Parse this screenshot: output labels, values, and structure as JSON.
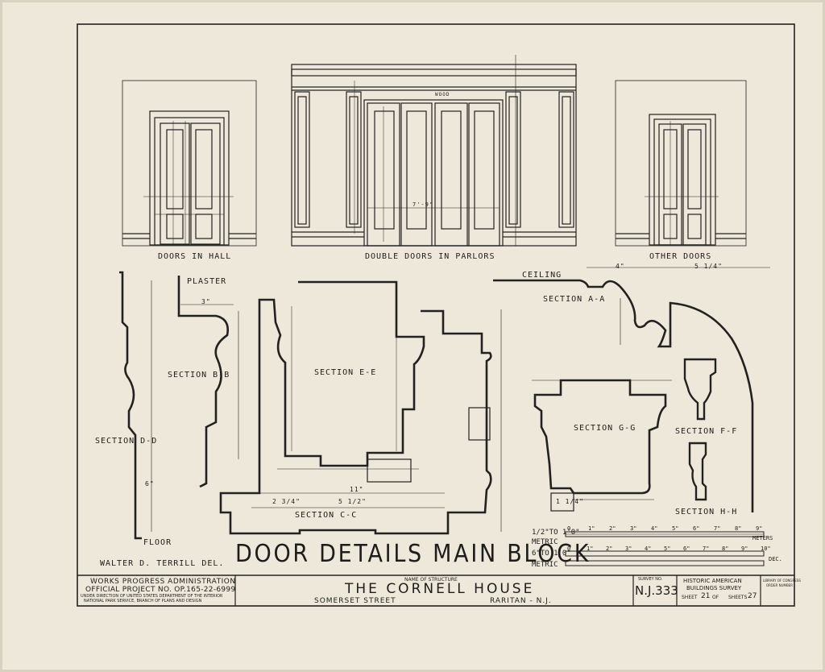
{
  "drawing": {
    "main_title": "DOOR DETAILS MAIN BLOCK",
    "delineator": "WALTER D. TERRILL  DEL."
  },
  "elevations": [
    {
      "label": "DOORS IN HALL"
    },
    {
      "label": "DOUBLE DOORS IN PARLORS"
    },
    {
      "label": "OTHER DOORS"
    }
  ],
  "sections": {
    "a_a": "SECTION A-A",
    "b_b": "SECTION B-B",
    "c_c": "SECTION C-C",
    "d_d": "SECTION D-D",
    "e_e": "SECTION E-E",
    "f_f": "SECTION F-F",
    "g_g": "SECTION G-G",
    "h_h": "SECTION H-H"
  },
  "annotations": {
    "plaster": "PLASTER",
    "ceiling": "CEILING",
    "floor": "FLOOR",
    "wood": "WOOD"
  },
  "dimensions": {
    "d1": "3\"",
    "d2": "11\"",
    "d3": "5 1/2\"",
    "d4": "2 3/4\"",
    "d5": "4\"",
    "d6": "5 1/4\"",
    "d7": "6\"",
    "d8": "7'-9\"",
    "d9": "1 1/4\""
  },
  "scales": {
    "metric_half": "1/2\"TO 1'0\"",
    "metric_half_label": "METRIC",
    "metric_half_unit": "METERS",
    "metric_six": "6\"TO 1'0\"",
    "metric_six_label": "METRIC",
    "metric_six_unit": "DEC.",
    "top_ticks": [
      "0",
      "1\"",
      "2\"",
      "3\"",
      "4\"",
      "5\"",
      "6\"",
      "7\"",
      "8\"",
      "9\""
    ],
    "bottom_ticks": [
      "0",
      "1\"",
      "2\"",
      "3\"",
      "4\"",
      "5\"",
      "6\"",
      "7\"",
      "8\"",
      "9\"",
      "10\""
    ]
  },
  "title_block": {
    "agency1": "WORKS PROGRESS ADMINISTRATION",
    "agency2": "OFFICIAL PROJECT NO. OP.165-22-6999",
    "agency3": "UNDER DIRECTION OF UNITED STATES DEPARTMENT OF THE INTERIOR",
    "agency4": "NATIONAL PARK SERVICE, BRANCH OF PLANS AND DESIGN",
    "name_caption": "NAME OF STRUCTURE",
    "structure": "THE CORNELL HOUSE",
    "street": "SOMERSET STREET",
    "town": "RARITAN - N.J.",
    "survey_caption": "SURVEY NO.",
    "survey_no": "N.J.333",
    "habs1": "HISTORIC AMERICAN",
    "habs2": "BUILDINGS SURVEY",
    "sheet_word": "SHEET",
    "sheet_no": "21",
    "of_word": "OF",
    "sheets_word": "SHEETS",
    "total_sheets": "27",
    "library1": "LIBRARY OF CONGRESS",
    "library2": "ORDER NUMBER"
  }
}
